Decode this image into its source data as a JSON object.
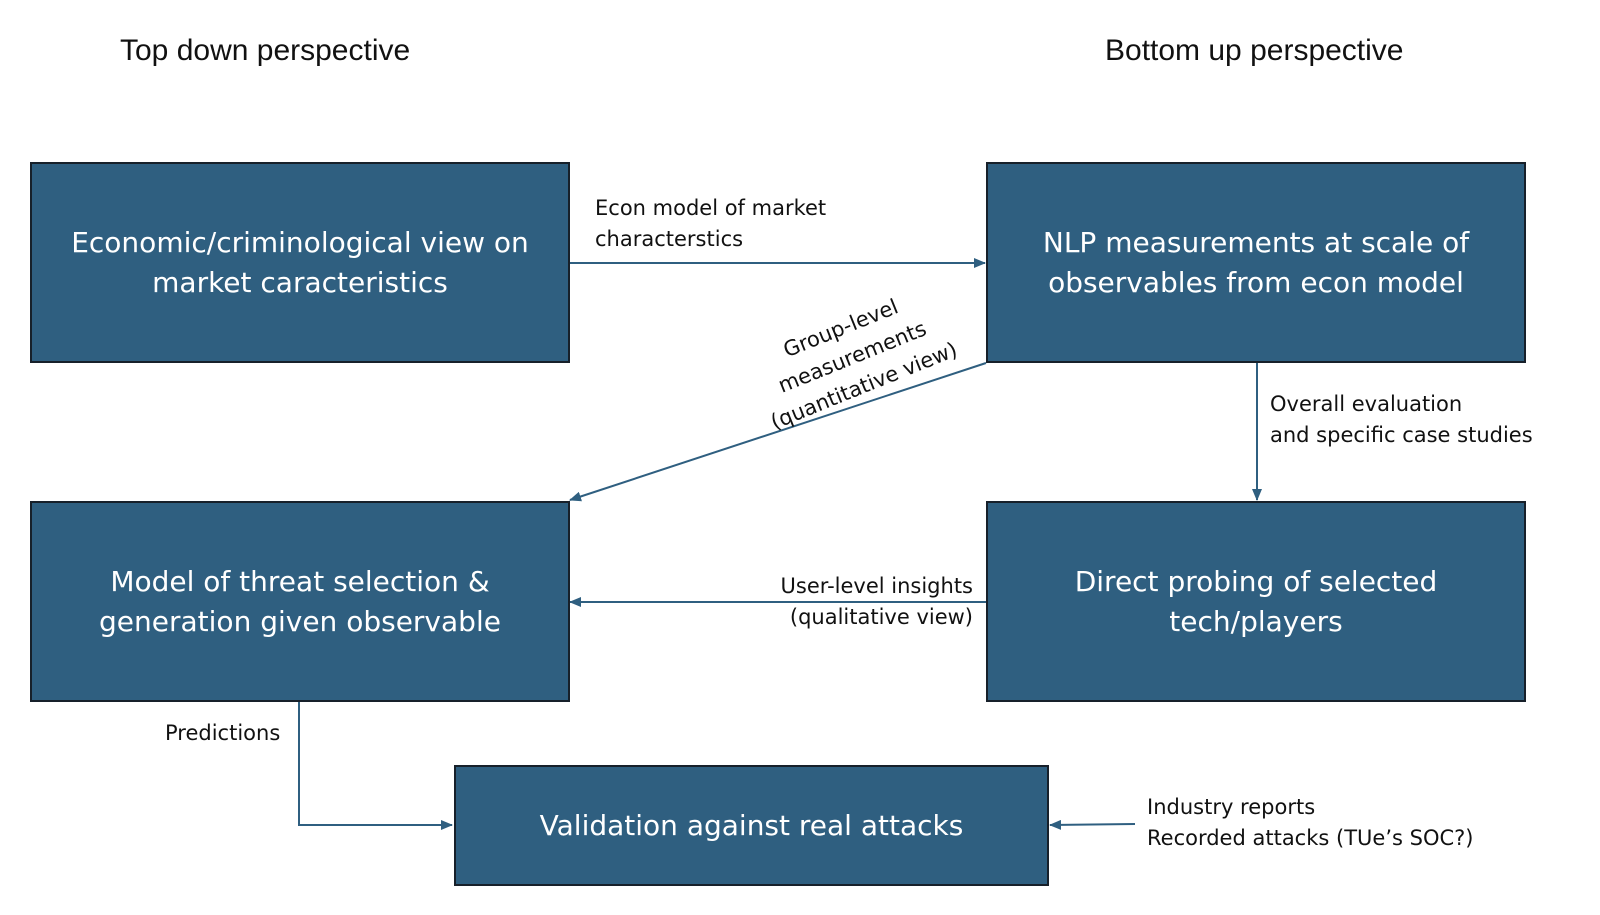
{
  "headings": {
    "left": "Top down perspective",
    "right": "Bottom up perspective"
  },
  "boxes": {
    "econ_view": "Economic/criminological view on market caracteristics",
    "nlp": "NLP measurements at scale of observables from econ model",
    "model": "Model of threat selection & generation given observable",
    "probing": "Direct probing of selected tech/players",
    "validation": "Validation against real attacks"
  },
  "labels": {
    "econ_model": [
      "Econ model of market",
      "characterstics"
    ],
    "group_level": [
      "Group-level",
      "measurements",
      "(quantitative view)"
    ],
    "overall": [
      "Overall evaluation",
      "and specific case studies"
    ],
    "user_level": [
      "User-level insights",
      "(qualitative view)"
    ],
    "predictions": "Predictions",
    "industry": [
      "Industry reports",
      "Recorded attacks (TUe’s SOC?)"
    ]
  },
  "colors": {
    "box_fill": "#2f5f80",
    "box_border": "#17202a",
    "arrow": "#2f5f80",
    "text": "#111111"
  }
}
